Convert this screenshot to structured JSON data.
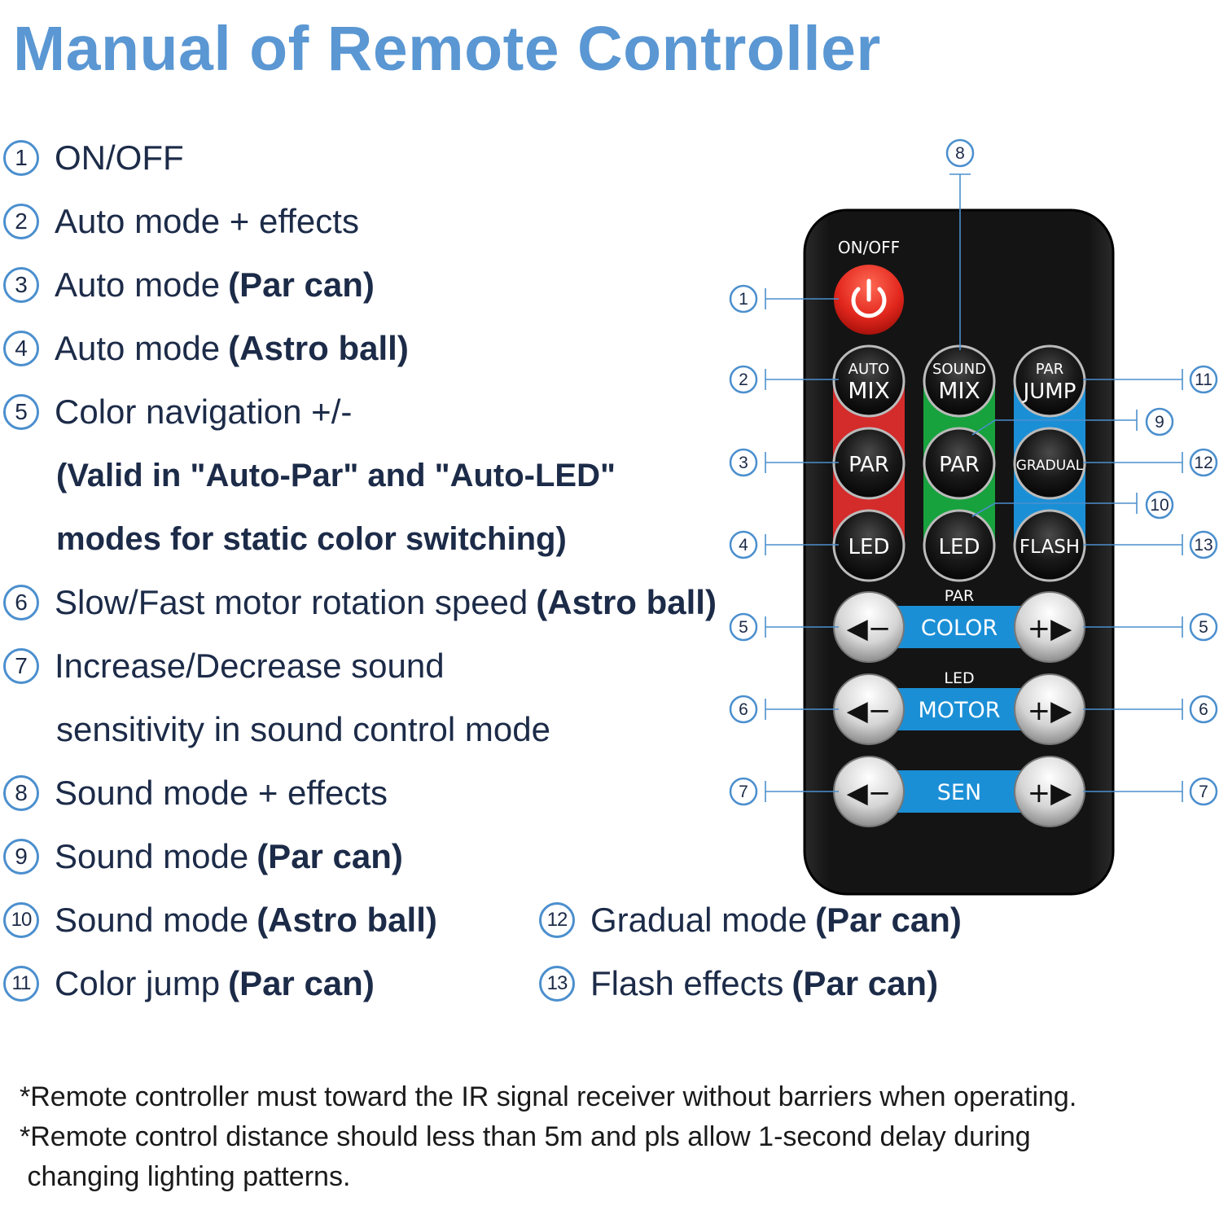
{
  "title": "Manual of Remote Controller",
  "items": [
    {
      "num": "1",
      "text": "ON/OFF",
      "bold": ""
    },
    {
      "num": "2",
      "text": "Auto mode + effects",
      "bold": ""
    },
    {
      "num": "3",
      "text": "Auto mode",
      "bold": "(Par can)"
    },
    {
      "num": "4",
      "text": "Auto mode",
      "bold": "(Astro ball)"
    },
    {
      "num": "5",
      "text": "Color navigation +/-",
      "bold": "",
      "cont": [
        "(Valid in \"Auto-Par\" and \"Auto-LED\"",
        "modes for static color switching)"
      ]
    },
    {
      "num": "6",
      "text": "Slow/Fast motor rotation speed",
      "bold": "(Astro ball)"
    },
    {
      "num": "7",
      "text": "Increase/Decrease sound",
      "bold": "",
      "cont": [
        "sensitivity in sound control mode"
      ]
    },
    {
      "num": "8",
      "text": "Sound mode + effects",
      "bold": ""
    },
    {
      "num": "9",
      "text": "Sound mode",
      "bold": "(Par can)"
    },
    {
      "num": "10",
      "text": "Sound mode",
      "bold": "(Astro ball)"
    },
    {
      "num": "11",
      "text": "Color jump",
      "bold": "(Par can)"
    },
    {
      "num": "12",
      "text": "Gradual mode",
      "bold": "(Par can)"
    },
    {
      "num": "13",
      "text": "Flash effects",
      "bold": "(Par can)"
    }
  ],
  "remote": {
    "onoff_label": "ON/OFF",
    "auto_small": "AUTO",
    "auto_big": "MIX",
    "sound_small": "SOUND",
    "sound_big": "MIX",
    "parjump_small": "PAR",
    "parjump_big": "JUMP",
    "par_red": "PAR",
    "par_green": "PAR",
    "gradual": "GRADUAL",
    "led_red": "LED",
    "led_green": "LED",
    "flash": "FLASH",
    "color_top": "PAR",
    "color": "COLOR",
    "motor_top": "LED",
    "motor": "MOTOR",
    "sen": "SEN",
    "minus": "◀−",
    "plus": "+▶",
    "colors": {
      "red": "#d42b2b",
      "green": "#17a23d",
      "blue": "#1b8fd6",
      "body": "#111111",
      "power": "#e2271d"
    }
  },
  "callouts": {
    "c1": "1",
    "c2": "2",
    "c3": "3",
    "c4": "4",
    "c5": "5",
    "c6": "6",
    "c7": "7",
    "c8": "8",
    "c9": "9",
    "c10": "10",
    "c11": "11",
    "c12": "12",
    "c13": "13"
  },
  "notes": [
    "*Remote controller must toward the IR signal receiver without barriers when operating.",
    "*Remote control distance should less than 5m and pls allow 1-second delay during",
    " changing lighting patterns."
  ]
}
